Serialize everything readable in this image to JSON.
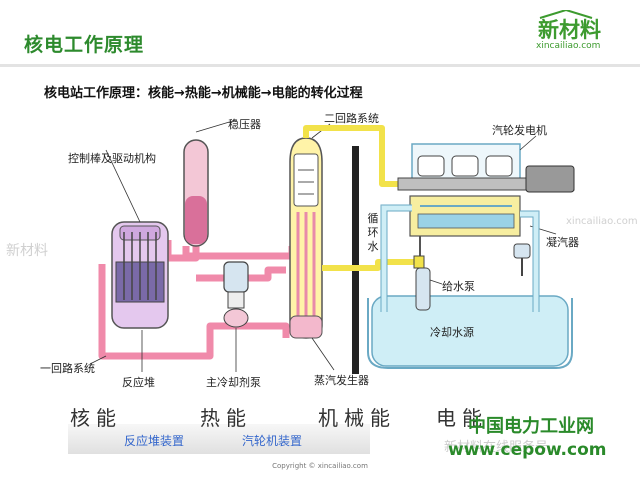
{
  "slide": {
    "title": "核电工作原理",
    "subtitle": "核电站工作原理：核能→热能→机械能→电能的转化过程"
  },
  "logo": {
    "name": "新材料",
    "url": "xincailiao.com"
  },
  "labels": {
    "pressurizer": "稳压器",
    "control_rods": "控制棒及驱动机构",
    "secondary_loop": "二回路系统",
    "turbine_generator": "汽轮发电机",
    "circulating_water": "循环水",
    "condenser": "凝汽器",
    "feedwater_pump": "给水泵",
    "cooling_source": "冷却水源",
    "primary_loop": "一回路系统",
    "reactor": "反应堆",
    "main_coolant_pump": "主冷却剂泵",
    "steam_generator": "蒸汽发生器"
  },
  "energy_chain": {
    "nuclear": "核能",
    "thermal": "热能",
    "mechanical": "机械能",
    "electric": "电能",
    "reactor_device": "反应堆装置",
    "turbine_device": "汽轮机装置"
  },
  "watermarks": {
    "left": "新材料",
    "right": "xincailiao.com",
    "wechat": "新材料在线服务号"
  },
  "footer": {
    "site_cn": "中国电力工业网",
    "site_url": "www.cepow.com",
    "copyright": "Copyright © xincailiao.com"
  },
  "colors": {
    "title_green": "#2d8a2d",
    "pipe_pink": "#f08aaa",
    "pipe_yellow": "#f2e24a",
    "water_light_blue": "#cfeef6",
    "device_blue": "#3366cc"
  }
}
